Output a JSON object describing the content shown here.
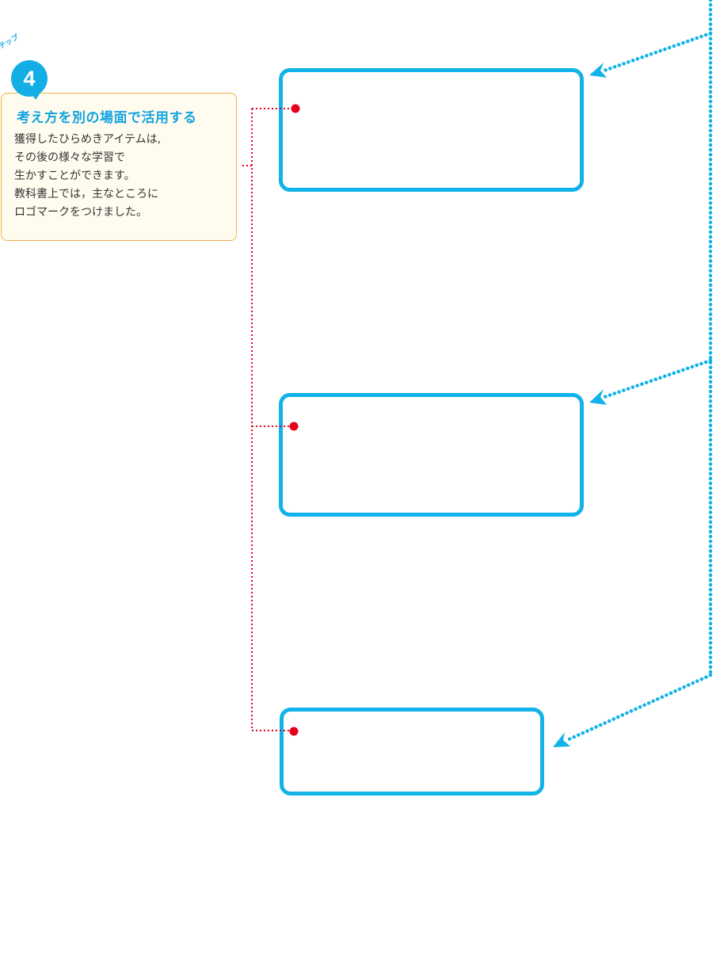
{
  "step": {
    "label": "ステップ",
    "number": "4"
  },
  "callout": {
    "title": "考え方を別の場面で活用する",
    "body_lines": [
      "獲得したひらめきアイテムは,",
      "その後の様々な学習で",
      "生かすことができます。",
      "教科書上では，主なところに",
      "ロゴマークをつけました。"
    ]
  },
  "colors": {
    "accent_blue": "#12b3e8",
    "badge_blue": "#12aee5",
    "title_blue": "#12a3df",
    "connector_red": "#e4001c",
    "callout_border": "#f0b24a",
    "callout_bg": "#fffcef"
  },
  "boxes": [
    {
      "id": "box-1",
      "text": ""
    },
    {
      "id": "box-2",
      "text": ""
    },
    {
      "id": "box-3",
      "text": ""
    }
  ]
}
